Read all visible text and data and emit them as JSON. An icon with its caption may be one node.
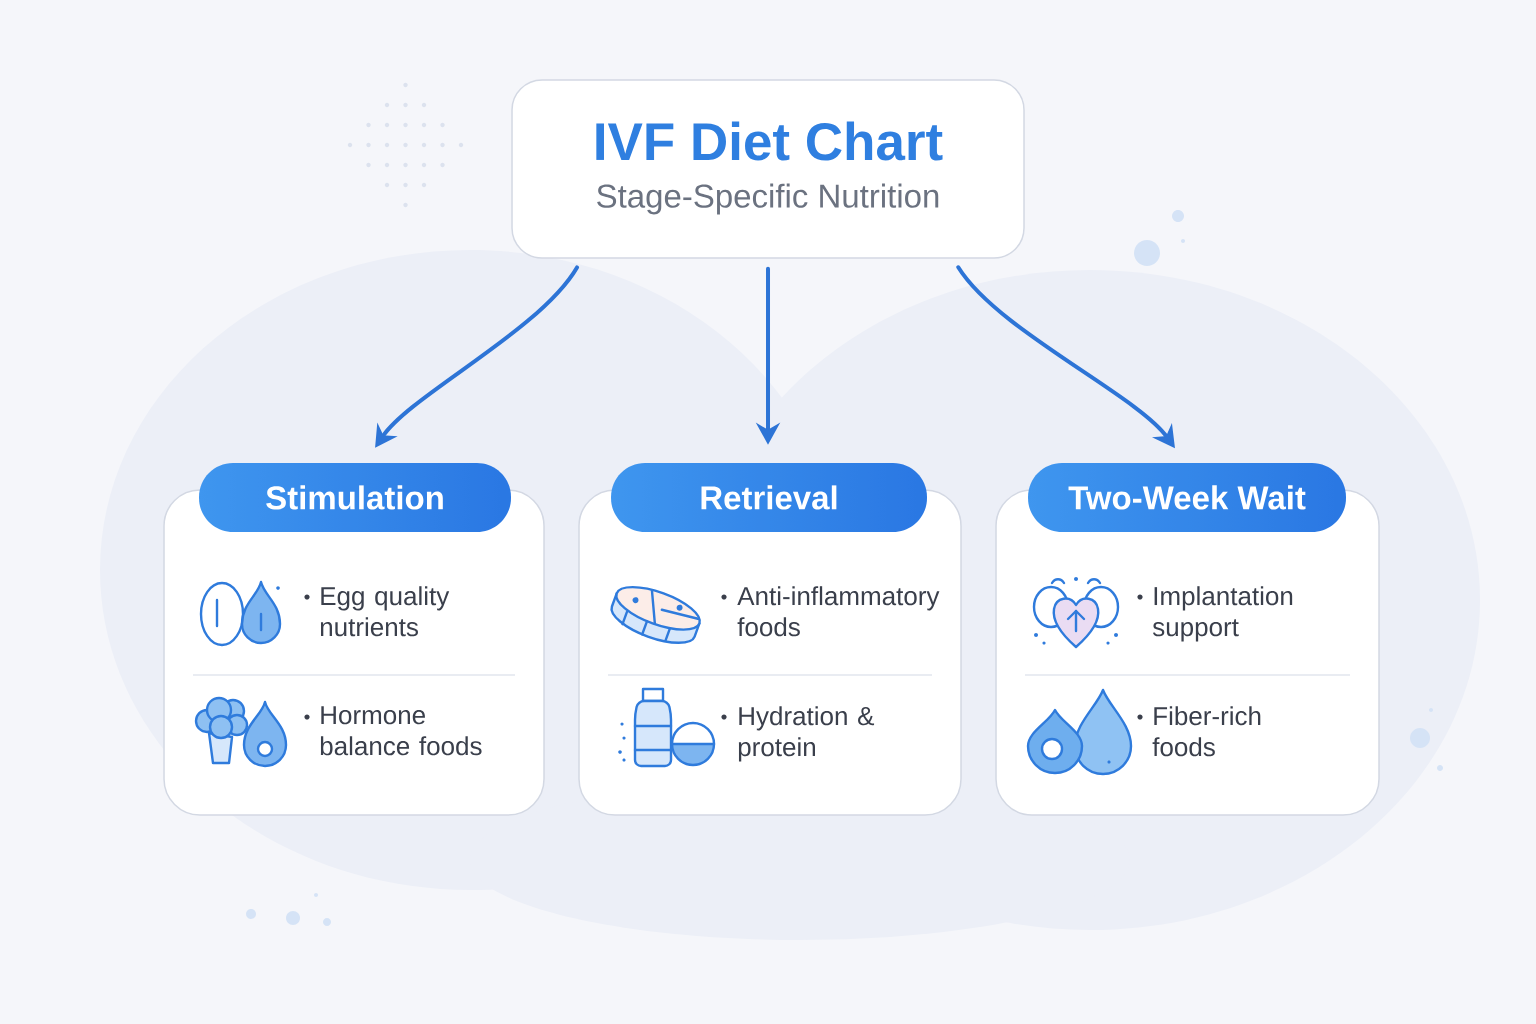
{
  "diagram": {
    "nodes": [
      {
        "text": [
          "IVF Diet Chart",
          "Stage-Specific Nutrition"
        ]
      },
      {
        "text": [
          "Stimulation",
          "Egg quality nutrients",
          "Hormone balance foods"
        ]
      },
      {
        "text": [
          "Retrieval",
          "Anti-inflammatory foods",
          "Hydration & protein"
        ]
      },
      {
        "text": [
          "Two-Week Wait",
          "Implantation support",
          "Fiber-rich foods"
        ]
      }
    ],
    "edges": [
      {
        "from": 0,
        "to": 1,
        "arrow": "to"
      },
      {
        "from": 0,
        "to": 2,
        "arrow": "to"
      },
      {
        "from": 0,
        "to": 3,
        "arrow": "to"
      }
    ]
  }
}
